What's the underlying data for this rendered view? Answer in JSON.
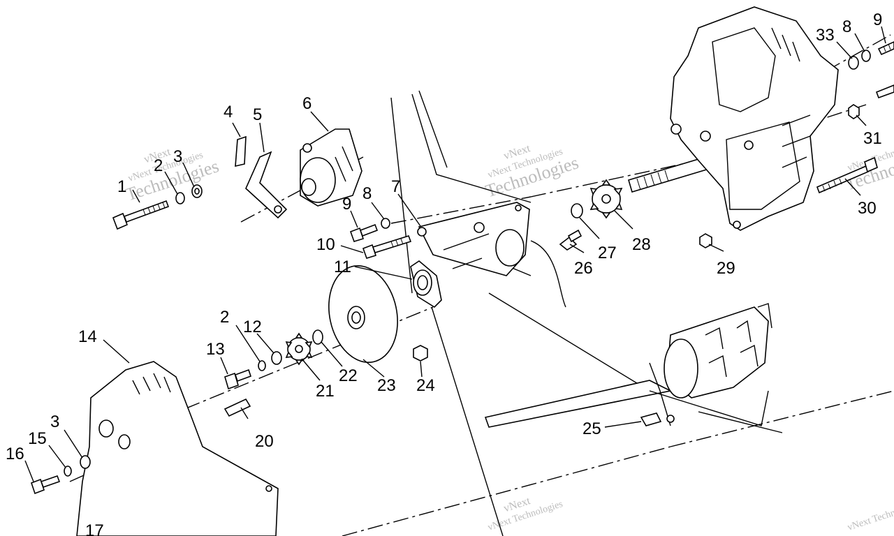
{
  "watermark": {
    "brand": "vNext",
    "line1": "vNext Technologies",
    "line2": "Technologies"
  },
  "callouts": [
    {
      "id": "c1",
      "label": "1"
    },
    {
      "id": "c2a",
      "label": "2"
    },
    {
      "id": "c3a",
      "label": "3"
    },
    {
      "id": "c4",
      "label": "4"
    },
    {
      "id": "c5",
      "label": "5"
    },
    {
      "id": "c6",
      "label": "6"
    },
    {
      "id": "c7",
      "label": "7"
    },
    {
      "id": "c8a",
      "label": "8"
    },
    {
      "id": "c9a",
      "label": "9"
    },
    {
      "id": "c10",
      "label": "10"
    },
    {
      "id": "c11",
      "label": "11"
    },
    {
      "id": "c2b",
      "label": "2"
    },
    {
      "id": "c12",
      "label": "12"
    },
    {
      "id": "c13",
      "label": "13"
    },
    {
      "id": "c14",
      "label": "14"
    },
    {
      "id": "c3b",
      "label": "3"
    },
    {
      "id": "c15",
      "label": "15"
    },
    {
      "id": "c16",
      "label": "16"
    },
    {
      "id": "c17",
      "label": "17"
    },
    {
      "id": "c20",
      "label": "20"
    },
    {
      "id": "c21",
      "label": "21"
    },
    {
      "id": "c22",
      "label": "22"
    },
    {
      "id": "c23",
      "label": "23"
    },
    {
      "id": "c24",
      "label": "24"
    },
    {
      "id": "c25",
      "label": "25"
    },
    {
      "id": "c26",
      "label": "26"
    },
    {
      "id": "c27",
      "label": "27"
    },
    {
      "id": "c28",
      "label": "28"
    },
    {
      "id": "c29",
      "label": "29"
    },
    {
      "id": "c30",
      "label": "30"
    },
    {
      "id": "c31",
      "label": "31"
    },
    {
      "id": "c33",
      "label": "33"
    },
    {
      "id": "c8b",
      "label": "8"
    },
    {
      "id": "c9b",
      "label": "9"
    }
  ]
}
